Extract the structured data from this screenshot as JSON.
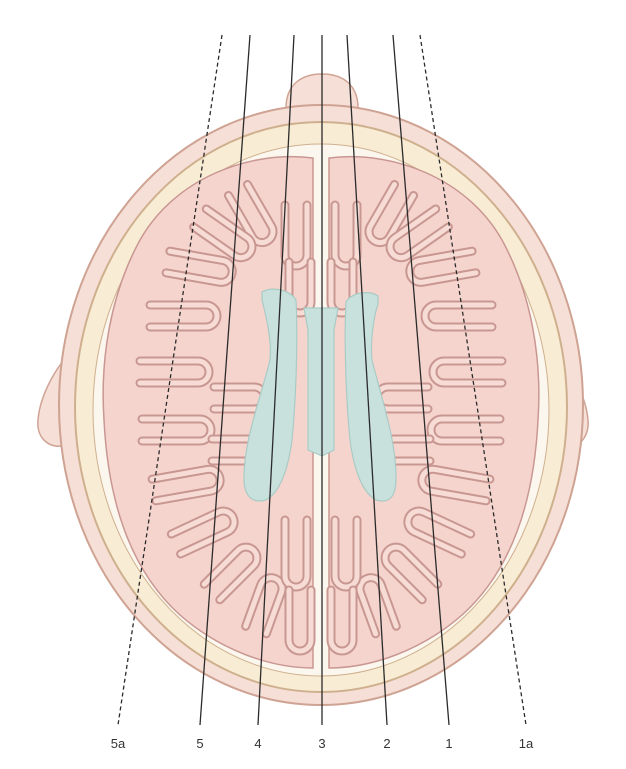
{
  "diagram": {
    "colors": {
      "scalp_fill": "#f6dfd6",
      "scalp_stroke": "#cfa393",
      "skull_fill": "#f8ecd4",
      "skull_stroke": "#cfb08e",
      "csf_space": "#fbf7ee",
      "brain_fill": "#f6d4ce",
      "gyrus_stroke": "#c99791",
      "gyrus_inner": "#f7dcd6",
      "ventricle_fill": "#c9e1dd",
      "ventricle_stroke": "#a9cbc5",
      "line_color": "#2b2b2b",
      "label_color": "#333333"
    },
    "scan_lines": [
      {
        "label": "5a",
        "style": "dashed"
      },
      {
        "label": "5",
        "style": "solid"
      },
      {
        "label": "4",
        "style": "solid"
      },
      {
        "label": "3",
        "style": "solid"
      },
      {
        "label": "2",
        "style": "solid"
      },
      {
        "label": "1",
        "style": "solid"
      },
      {
        "label": "1a",
        "style": "dashed"
      }
    ]
  }
}
